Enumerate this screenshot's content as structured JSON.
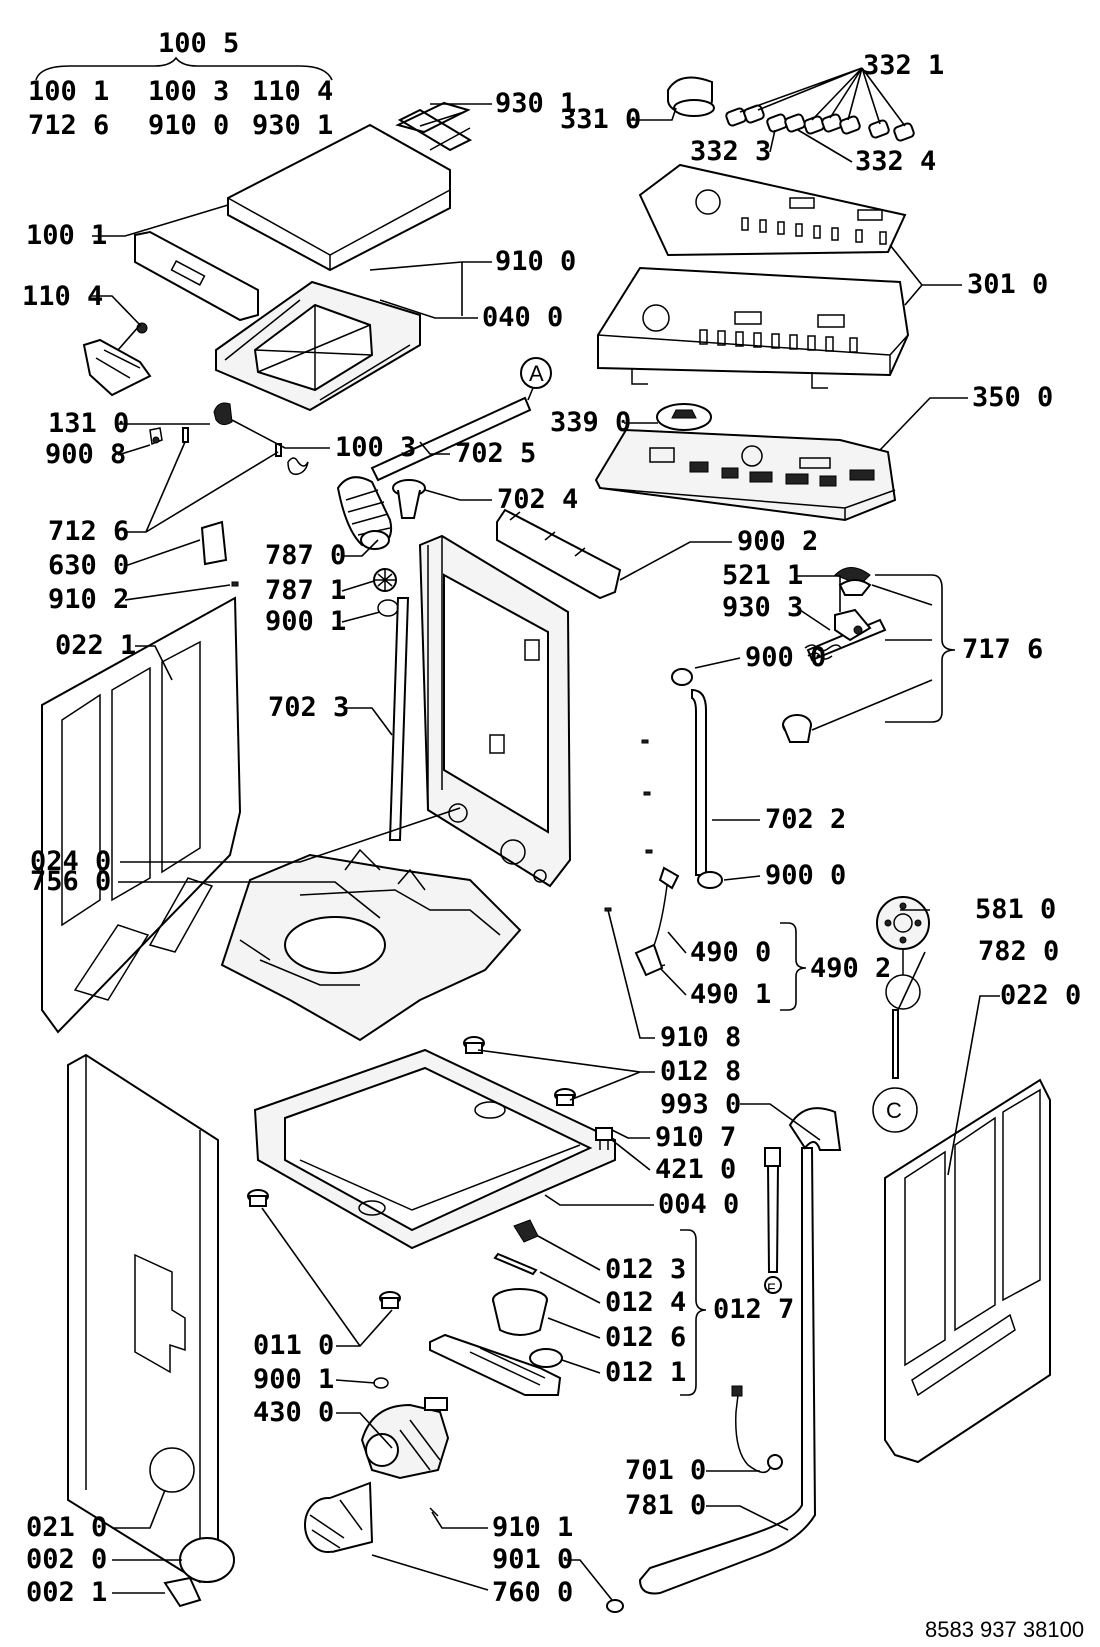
{
  "drawing_code": "8583 937 38100",
  "callout_letters": {
    "A": "A",
    "C": "C",
    "F": "F"
  },
  "header_group": {
    "title": "100 5",
    "row1": [
      "100 1",
      "100 3",
      "110 4"
    ],
    "row2": [
      "712 6",
      "910 0",
      "930 1"
    ]
  },
  "labels": {
    "l_930_1": "930 1",
    "l_331_0": "331 0",
    "l_332_1": "332 1",
    "l_332_3": "332 3",
    "l_332_4": "332 4",
    "l_100_1": "100 1",
    "l_910_0": "910 0",
    "l_301_0": "301 0",
    "l_110_4": "110 4",
    "l_040_0": "040 0",
    "l_131_0": "131 0",
    "l_100_3": "100 3",
    "l_339_0": "339 0",
    "l_350_0": "350 0",
    "l_900_8": "900 8",
    "l_702_5": "702 5",
    "l_702_4": "702 4",
    "l_712_6": "712 6",
    "l_900_2": "900 2",
    "l_630_0": "630 0",
    "l_787_0": "787 0",
    "l_521_1": "521 1",
    "l_787_1": "787 1",
    "l_930_3": "930 3",
    "l_910_2": "910 2",
    "l_900_1a": "900 1",
    "l_717_6": "717 6",
    "l_022_1": "022 1",
    "l_900_0a": "900 0",
    "l_702_3": "702 3",
    "l_702_2": "702 2",
    "l_024_0": "024 0",
    "l_900_0b": "900 0",
    "l_756_0": "756 0",
    "l_581_0": "581 0",
    "l_490_0": "490 0",
    "l_782_0": "782 0",
    "l_490_2": "490 2",
    "l_022_0": "022 0",
    "l_490_1": "490 1",
    "l_910_8": "910 8",
    "l_012_8": "012 8",
    "l_993_0": "993 0",
    "l_910_7": "910 7",
    "l_421_0": "421 0",
    "l_004_0": "004 0",
    "l_012_3": "012 3",
    "l_012_4": "012 4",
    "l_012_7": "012 7",
    "l_012_6": "012 6",
    "l_011_0": "011 0",
    "l_012_1": "012 1",
    "l_900_1b": "900 1",
    "l_430_0": "430 0",
    "l_701_0": "701 0",
    "l_781_0": "781 0",
    "l_021_0": "021 0",
    "l_910_1": "910 1",
    "l_002_0": "002 0",
    "l_901_0": "901 0",
    "l_002_1": "002 1",
    "l_760_0": "760 0"
  }
}
